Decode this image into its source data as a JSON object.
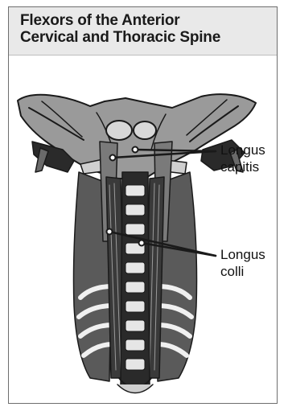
{
  "figure": {
    "title_lines": [
      "Flexors of the Anterior",
      "Cervical and Thoracic Spine"
    ],
    "labels": {
      "longus_capitis": [
        "Longus",
        "capitis"
      ],
      "longus_colli": [
        "Longus",
        "colli"
      ]
    }
  }
}
